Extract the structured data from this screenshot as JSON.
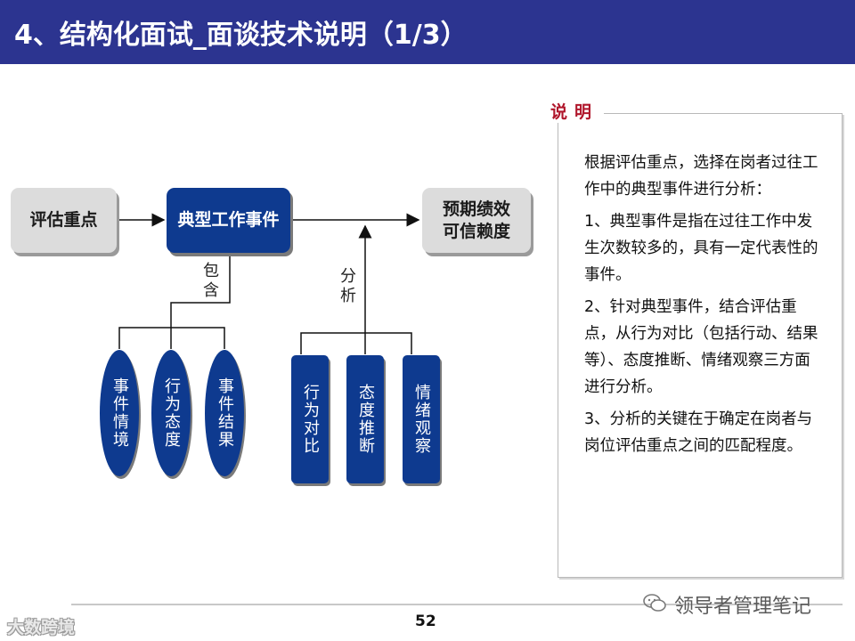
{
  "header": {
    "title": "4、结构化面试_面谈技术说明（1/3）",
    "bg_color": "#2c3490"
  },
  "diagram": {
    "box_left": "评估重点",
    "box_center": "典型工作事件",
    "box_right": "预期绩效可信赖度",
    "label_contains": "包含",
    "label_analyze": "分析",
    "ovals": [
      "事件情境",
      "行为态度",
      "事件结果"
    ],
    "rects": [
      "行为对比",
      "态度推断",
      "情绪观察"
    ],
    "accent_color": "#0e3a8f"
  },
  "panel": {
    "heading": "说明",
    "paragraphs": [
      "根据评估重点，选择在岗者过往工作中的典型事件进行分析：",
      "1、典型事件是指在过往工作中发生次数较多的，具有一定代表性的事件。",
      "2、针对典型事件，结合评估重点，从行为对比（包括行动、结果等）、态度推断、情绪观察三方面进行分析。",
      "3、分析的关键在于确定在岗者与岗位评估重点之间的匹配程度。"
    ]
  },
  "footer": {
    "page_number": "52",
    "watermark_left": "大数跨境",
    "watermark_right": "领导者管理笔记",
    "watermark_icon": "wechat-icon"
  }
}
